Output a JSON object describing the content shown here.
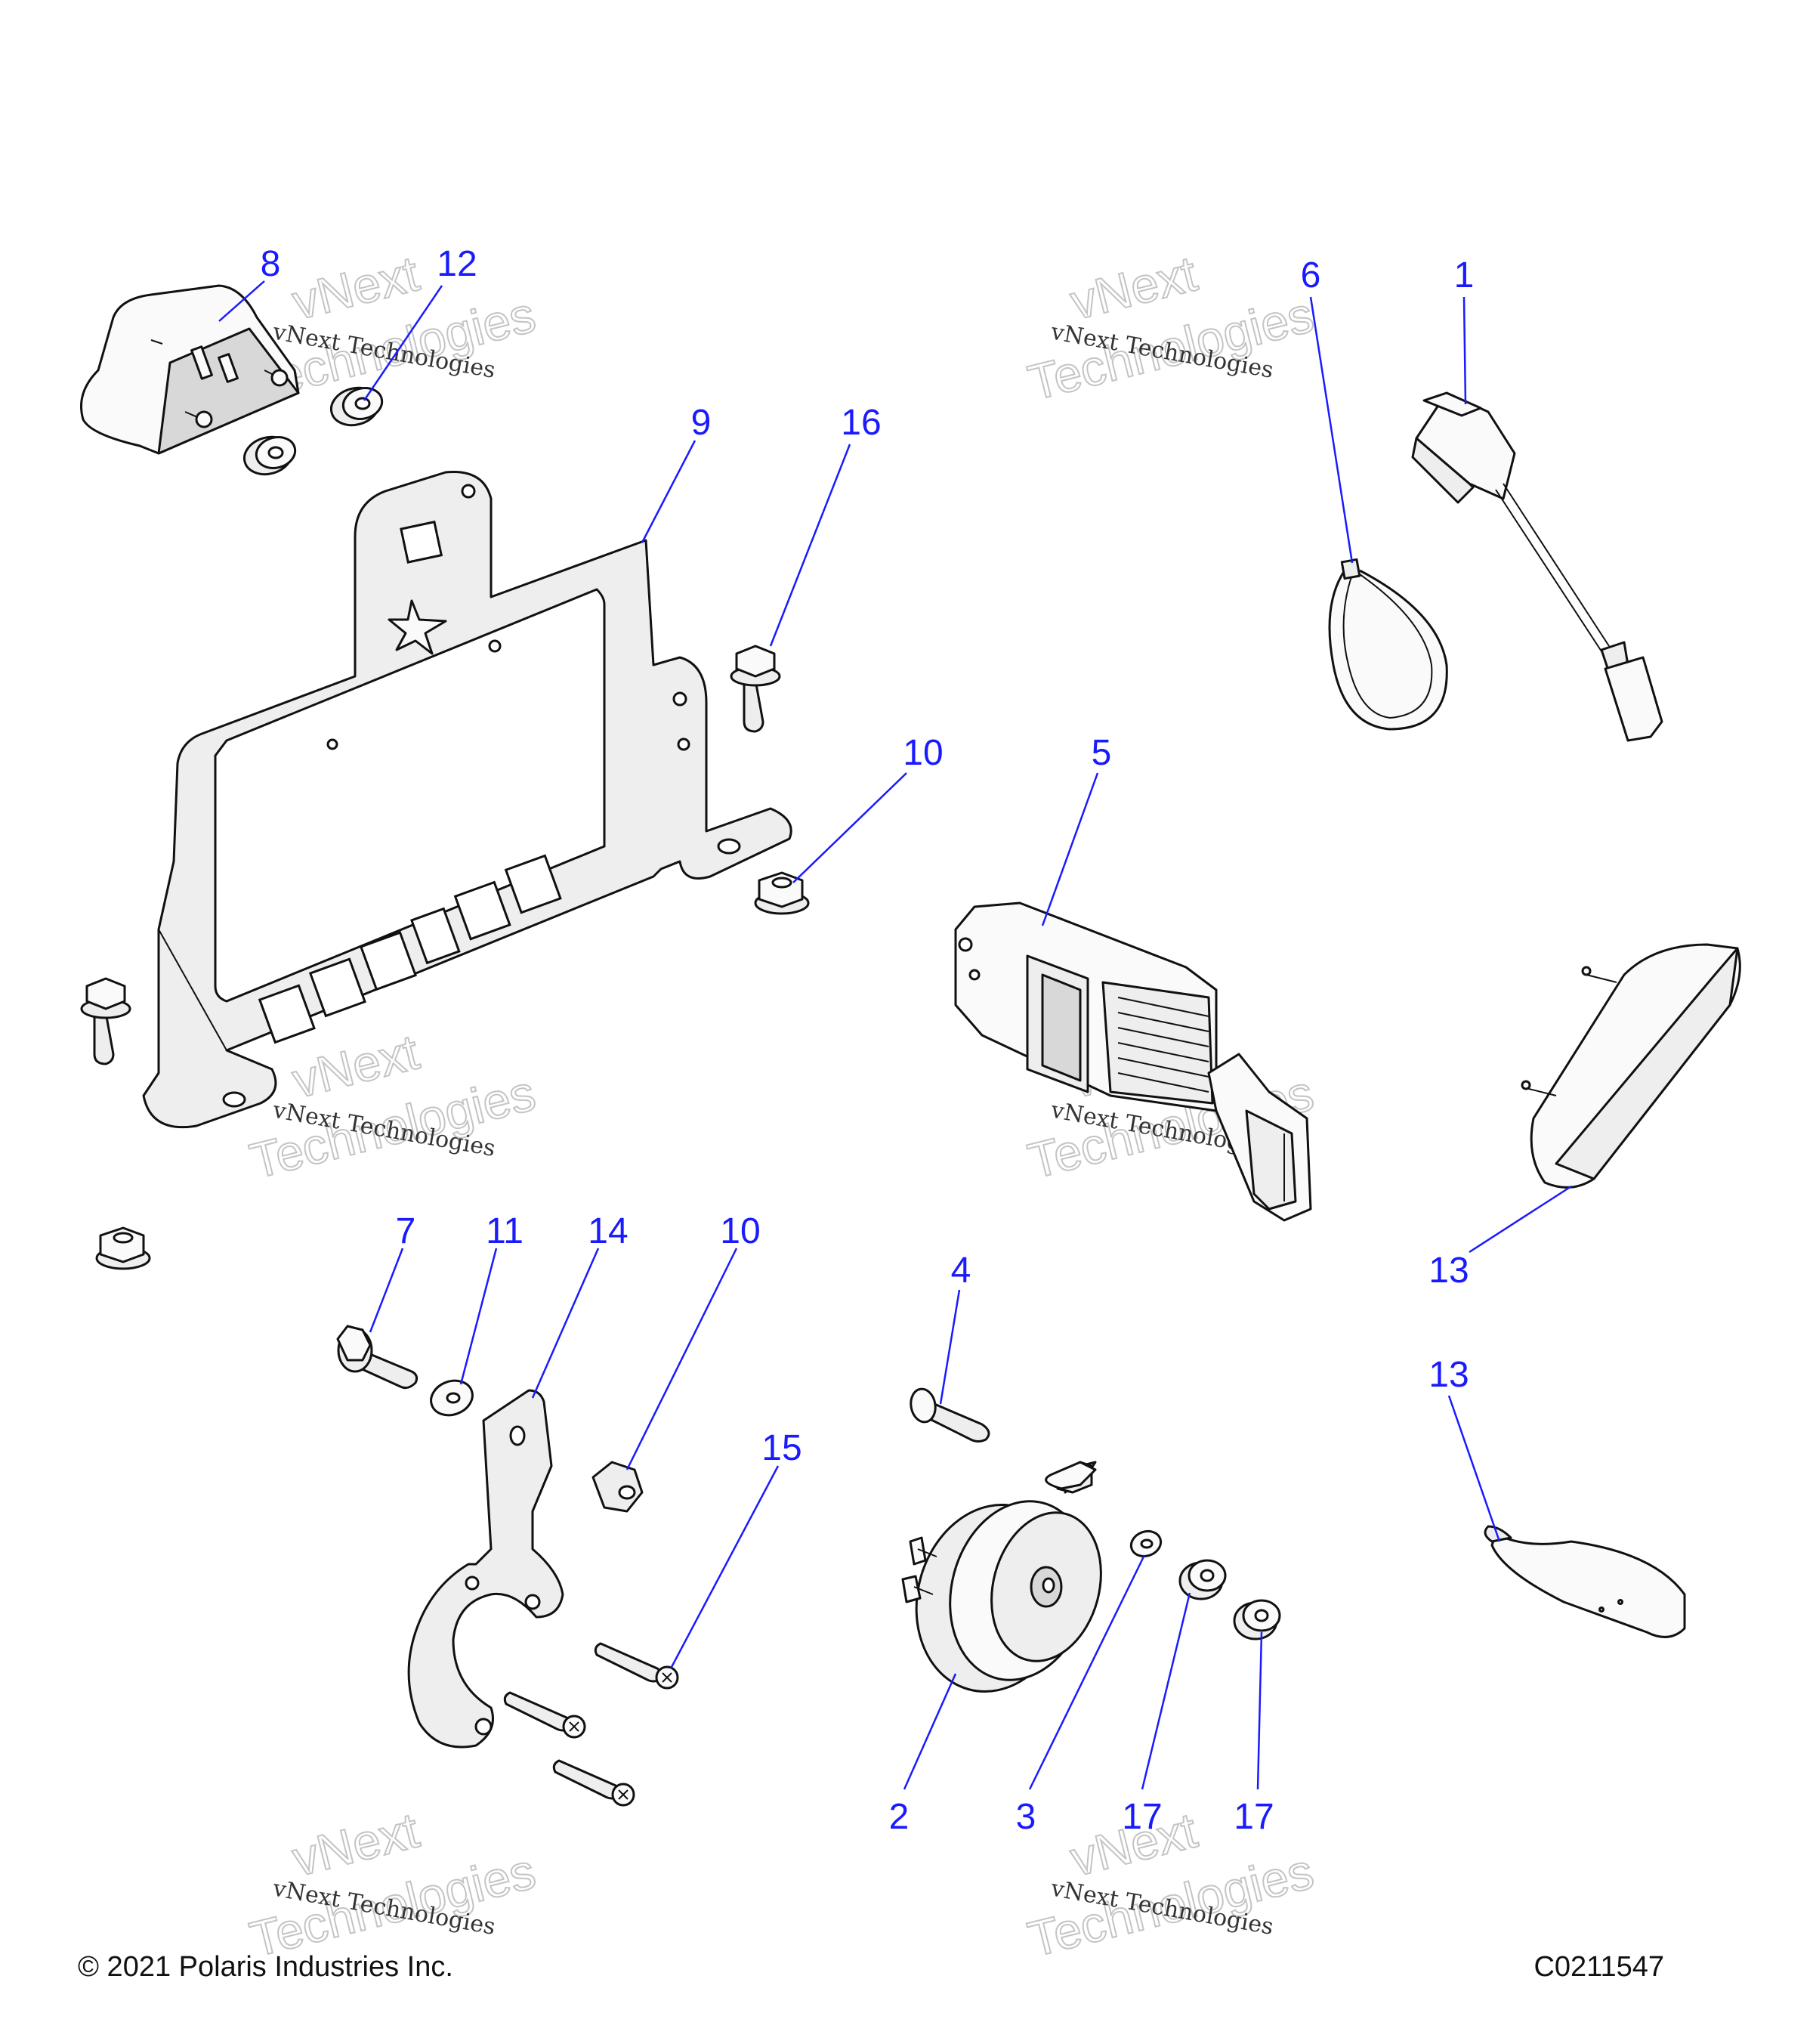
{
  "diagram": {
    "callouts": [
      {
        "id": "c8",
        "label": "8"
      },
      {
        "id": "c12",
        "label": "12"
      },
      {
        "id": "c9",
        "label": "9"
      },
      {
        "id": "c16",
        "label": "16"
      },
      {
        "id": "c10a",
        "label": "10"
      },
      {
        "id": "c6",
        "label": "6"
      },
      {
        "id": "c1",
        "label": "1"
      },
      {
        "id": "c5",
        "label": "5"
      },
      {
        "id": "c13a",
        "label": "13"
      },
      {
        "id": "c7",
        "label": "7"
      },
      {
        "id": "c11",
        "label": "11"
      },
      {
        "id": "c14",
        "label": "14"
      },
      {
        "id": "c10b",
        "label": "10"
      },
      {
        "id": "c4",
        "label": "4"
      },
      {
        "id": "c13b",
        "label": "13"
      },
      {
        "id": "c15",
        "label": "15"
      },
      {
        "id": "c2",
        "label": "2"
      },
      {
        "id": "c3",
        "label": "3"
      },
      {
        "id": "c17a",
        "label": "17"
      },
      {
        "id": "c17b",
        "label": "17"
      }
    ],
    "watermark": {
      "line1": "vNext Technologies",
      "line2a": "vNext",
      "line2b": "Technologies"
    }
  },
  "footer": {
    "copyright": "© 2021 Polaris Industries Inc.",
    "figure_id": "C0211547"
  },
  "colors": {
    "callout": "#1a1aff",
    "line_art": "#111111"
  }
}
